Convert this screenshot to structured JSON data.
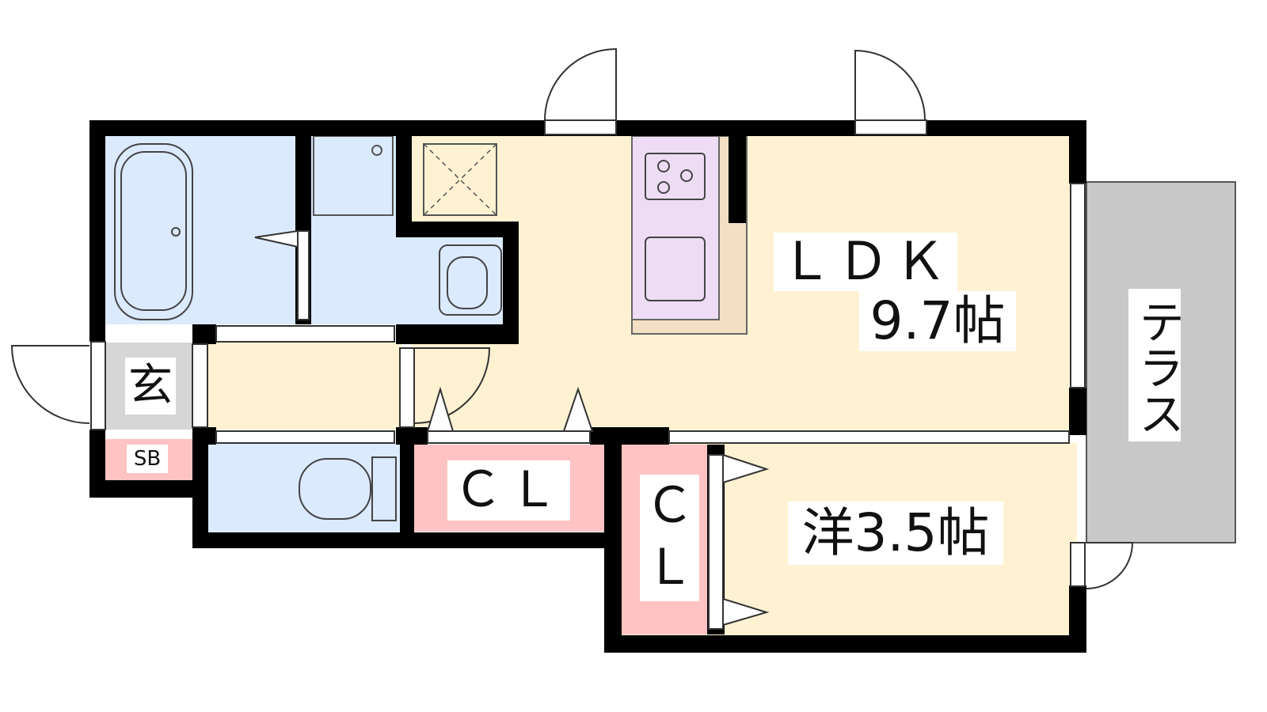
{
  "rooms": {
    "ldk": {
      "name": "ＬＤＫ",
      "size": "9.7帖"
    },
    "western": {
      "label": "洋3.5帖"
    },
    "closet1": {
      "label": "ＣＬ"
    },
    "closet2": {
      "line1": "Ｃ",
      "line2": "Ｌ"
    },
    "entrance": {
      "label": "玄"
    },
    "shoe_box": {
      "label": "SB"
    },
    "terrace": {
      "label": "テラス"
    }
  },
  "colors": {
    "wall": "#000000",
    "living_floor": "#fff2d3",
    "wet_area": "#dbeaff",
    "closet": "#ffc3c3",
    "entrance": "#d6d6d6",
    "terrace": "#c8c8c8",
    "kitchen": "#eedcf5",
    "kitchen_counter": "#f3dfc3"
  }
}
